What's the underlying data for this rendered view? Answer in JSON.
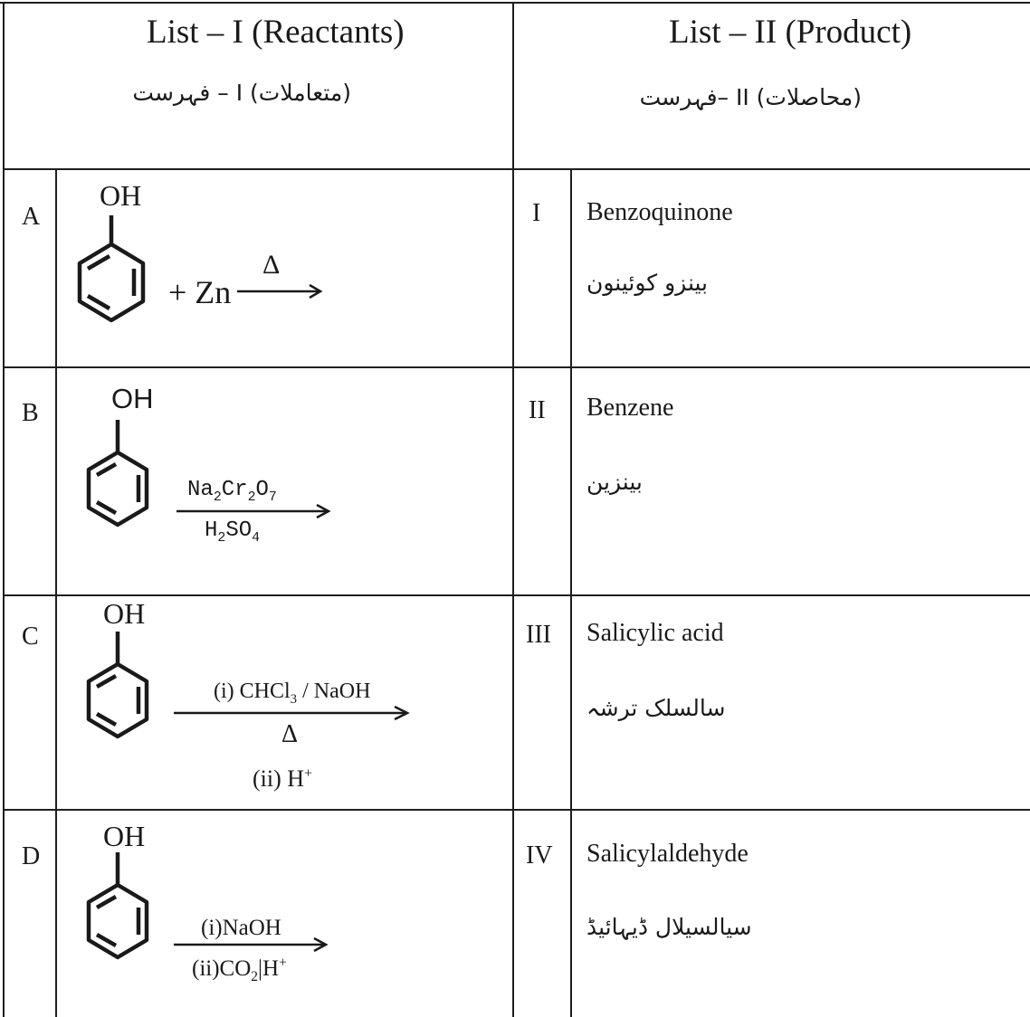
{
  "header": {
    "list1_title": "List – I (Reactants)",
    "list1_urdu": "(متعاملات) I – فہرست",
    "list2_title": "List – II (Product)",
    "list2_urdu": "(محاصلات) II –فہرست"
  },
  "reactants": [
    {
      "label": "A",
      "group": "OH",
      "reagent": "+ Zn",
      "condition": "Δ"
    },
    {
      "label": "B",
      "group": "OH",
      "reagent_top_parts": [
        "Na",
        "2",
        "Cr",
        "2",
        "O",
        "7"
      ],
      "reagent_bottom_parts": [
        "H",
        "2",
        "SO",
        "4"
      ]
    },
    {
      "label": "C",
      "group": "OH",
      "reagent_top_parts": [
        "(i) CHCl",
        "3",
        " / NaOH"
      ],
      "condition": "Δ",
      "reagent_bottom_parts": [
        "(ii) H",
        "+"
      ]
    },
    {
      "label": "D",
      "group": "OH",
      "reagent_top": "(i)NaOH",
      "reagent_bottom_parts": [
        "(ii)CO",
        "2",
        "|H",
        "+"
      ]
    }
  ],
  "products": [
    {
      "label": "I",
      "name": "Benzoquinone",
      "urdu": "بینزو کوئینون"
    },
    {
      "label": "II",
      "name": "Benzene",
      "urdu": "بینزین"
    },
    {
      "label": "III",
      "name": "Salicylic acid",
      "urdu": "سالسلک ترشہ"
    },
    {
      "label": "IV",
      "name": "Salicylaldehyde",
      "urdu": "سیالسیلال ڈیہائیڈ"
    }
  ]
}
